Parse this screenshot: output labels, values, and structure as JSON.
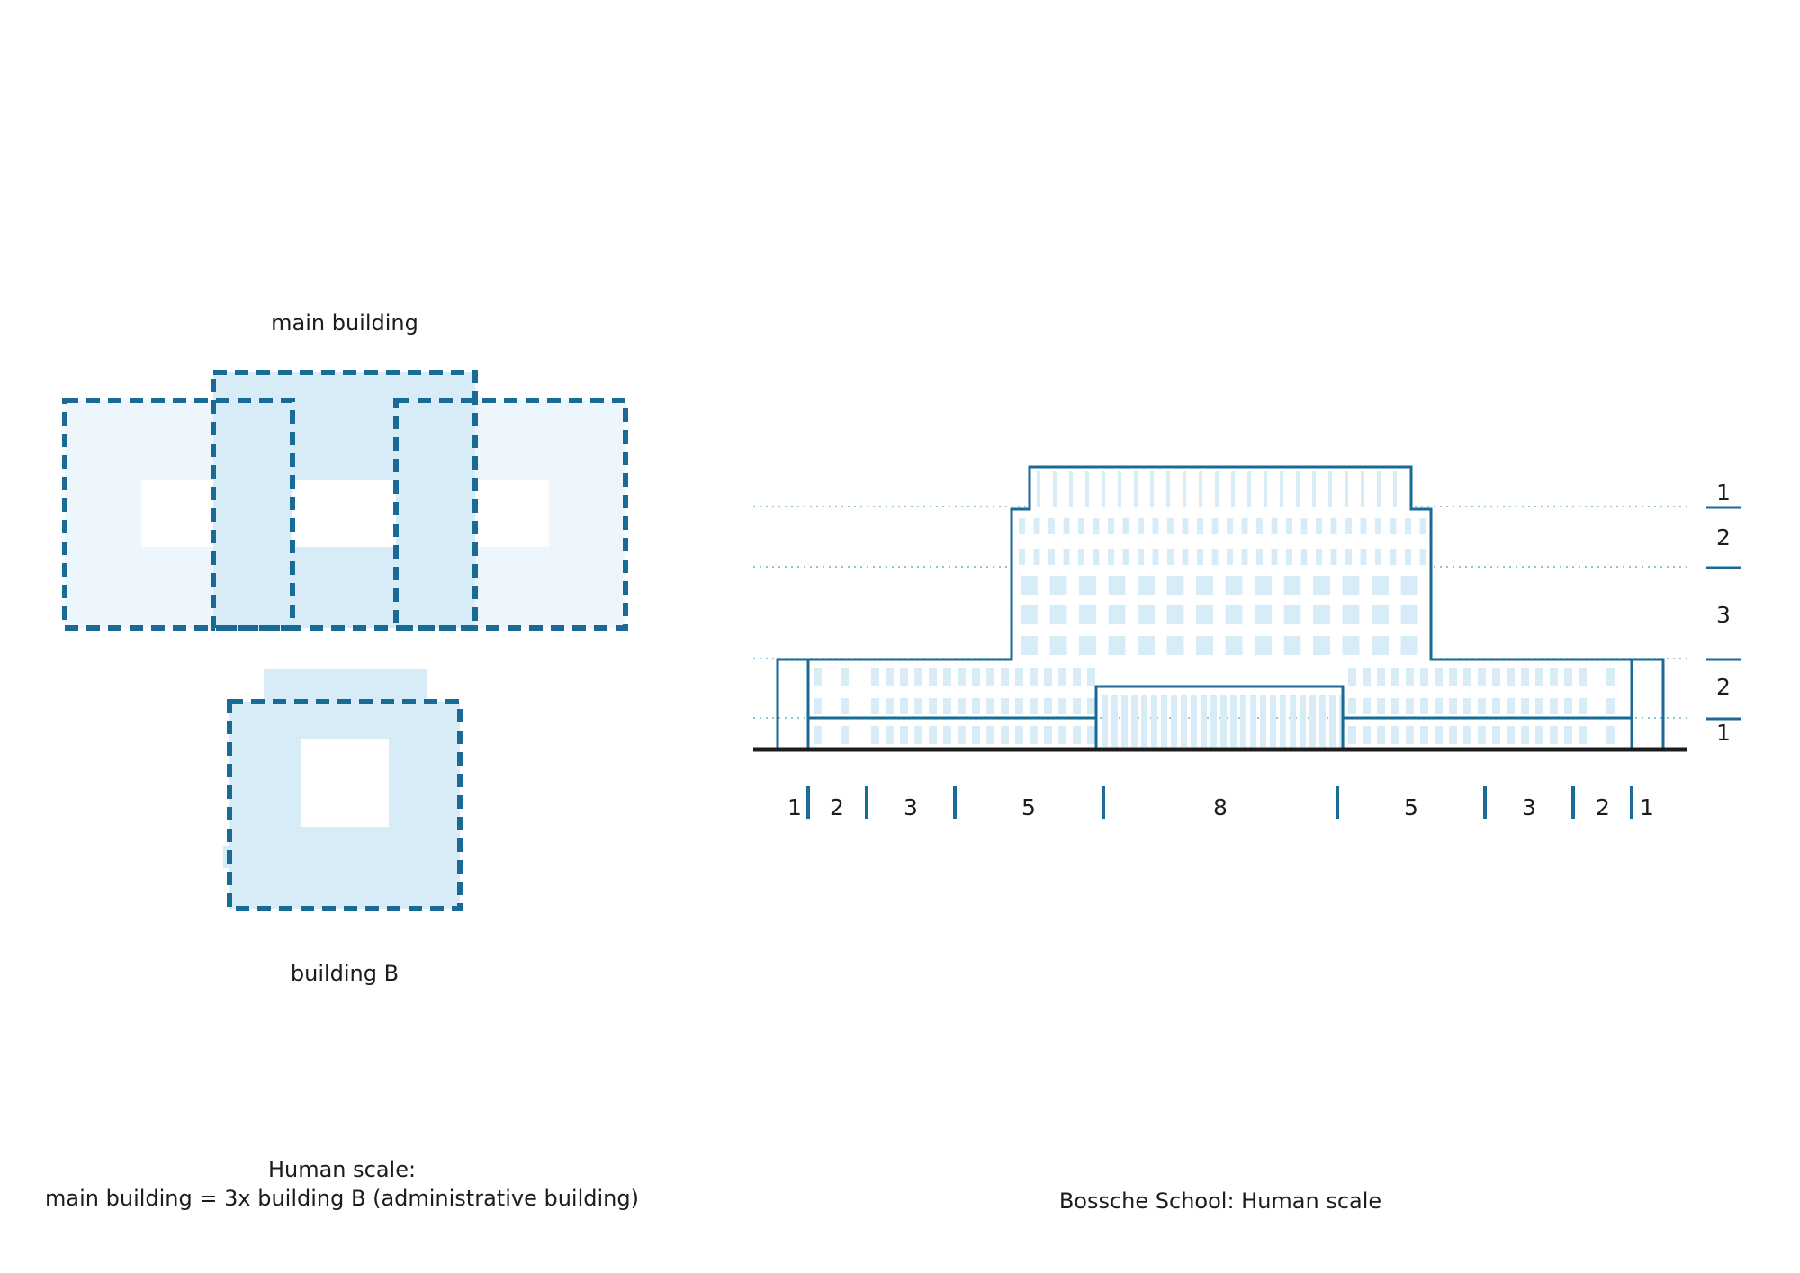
{
  "colors": {
    "line": "#1a6a96",
    "fill_light": "#ecf6fc",
    "fill_mid": "#d8ecf8",
    "window": "#d8ecf8",
    "ground": "#1c1c1c",
    "text": "#1c1c1c"
  },
  "left_panel": {
    "label_main": "main building",
    "label_b": "building B",
    "caption_line1": "Human scale:",
    "caption_line2": "main building = 3x building B (administrative building)"
  },
  "right_panel": {
    "caption": "Bossche School: Human scale",
    "floor_labels": [
      "1",
      "2",
      "3",
      "2",
      "1"
    ],
    "bay_labels": [
      "1",
      "2",
      "3",
      "5",
      "8",
      "5",
      "3",
      "2",
      "1"
    ]
  }
}
